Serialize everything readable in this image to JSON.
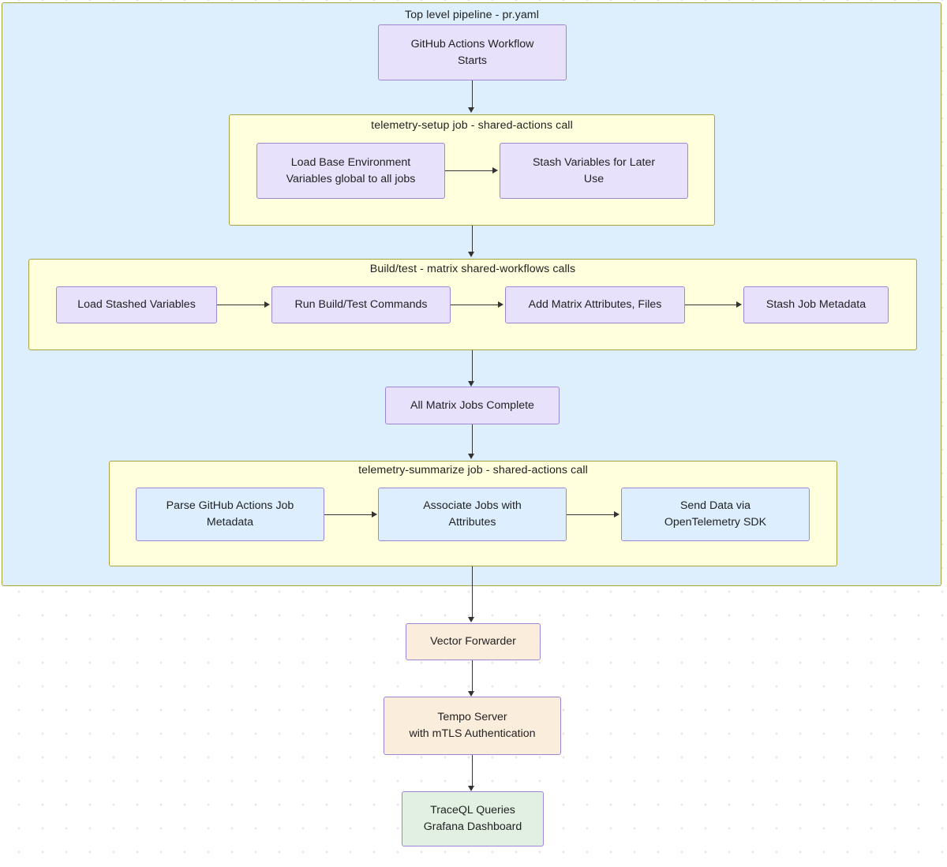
{
  "diagram": {
    "type": "flowchart",
    "direction": "top-down",
    "title_visible": false,
    "background": {
      "grid": "dot-grid",
      "grid_color": "#e6e6e6",
      "page_color": "#ffffff"
    },
    "colors": {
      "outer_subgraph_fill": "#ddeffc",
      "inner_subgraph_fill": "#ffffdd",
      "subgraph_border": "#aaa33d",
      "node_border": "#9e86d6",
      "node_fill_lavender": "#e8e1fb",
      "node_fill_blue": "#ddeeff",
      "node_fill_peach": "#fbeddc",
      "node_fill_green": "#e2f0e2",
      "edge_color": "#333333",
      "text_color": "#1f2020"
    }
  },
  "subgraphs": {
    "top_level": {
      "label": "Top level pipeline - pr.yaml"
    },
    "telemetry_setup": {
      "label": "telemetry-setup job - shared-actions call"
    },
    "build_test": {
      "label": "Build/test - matrix shared-workflows calls"
    },
    "telemetry_summarize": {
      "label": "telemetry-summarize job - shared-actions call"
    }
  },
  "nodes": {
    "workflow_start": {
      "line1": "GitHub Actions Workflow",
      "line2": "Starts"
    },
    "load_base_env": {
      "line1": "Load Base Environment",
      "line2": "Variables global to all jobs"
    },
    "stash_vars": {
      "line1": "Stash Variables for Later",
      "line2": "Use"
    },
    "load_stashed_vars": {
      "line1": "Load Stashed Variables",
      "line2": ""
    },
    "run_build_test": {
      "line1": "Run Build/Test Commands",
      "line2": ""
    },
    "add_matrix_attrs": {
      "line1": "Add Matrix Attributes, Files",
      "line2": ""
    },
    "stash_job_metadata": {
      "line1": "Stash Job Metadata",
      "line2": ""
    },
    "all_matrix_complete": {
      "line1": "All Matrix Jobs Complete",
      "line2": ""
    },
    "parse_job_metadata": {
      "line1": "Parse GitHub Actions Job",
      "line2": "Metadata"
    },
    "associate_jobs": {
      "line1": "Associate Jobs with",
      "line2": "Attributes"
    },
    "send_data_otel": {
      "line1": "Send Data via",
      "line2": "OpenTelemetry SDK"
    },
    "vector_forwarder": {
      "line1": "Vector Forwarder",
      "line2": ""
    },
    "tempo_server": {
      "line1": "Tempo Server",
      "line2": "with mTLS Authentication"
    },
    "traceql_grafana": {
      "line1": "TraceQL Queries",
      "line2": "Grafana Dashboard"
    }
  },
  "edges": [
    {
      "from": "workflow_start",
      "to": "telemetry_setup_subgraph",
      "direction": "down"
    },
    {
      "from": "load_base_env",
      "to": "stash_vars",
      "direction": "right"
    },
    {
      "from": "telemetry_setup_subgraph",
      "to": "build_test_subgraph",
      "direction": "down"
    },
    {
      "from": "load_stashed_vars",
      "to": "run_build_test",
      "direction": "right"
    },
    {
      "from": "run_build_test",
      "to": "add_matrix_attrs",
      "direction": "right"
    },
    {
      "from": "add_matrix_attrs",
      "to": "stash_job_metadata",
      "direction": "right"
    },
    {
      "from": "build_test_subgraph",
      "to": "all_matrix_complete",
      "direction": "down"
    },
    {
      "from": "all_matrix_complete",
      "to": "telemetry_summarize_subgraph",
      "direction": "down"
    },
    {
      "from": "parse_job_metadata",
      "to": "associate_jobs",
      "direction": "right"
    },
    {
      "from": "associate_jobs",
      "to": "send_data_otel",
      "direction": "right"
    },
    {
      "from": "telemetry_summarize_subgraph",
      "to": "vector_forwarder",
      "direction": "down"
    },
    {
      "from": "vector_forwarder",
      "to": "tempo_server",
      "direction": "down"
    },
    {
      "from": "tempo_server",
      "to": "traceql_grafana",
      "direction": "down"
    }
  ]
}
